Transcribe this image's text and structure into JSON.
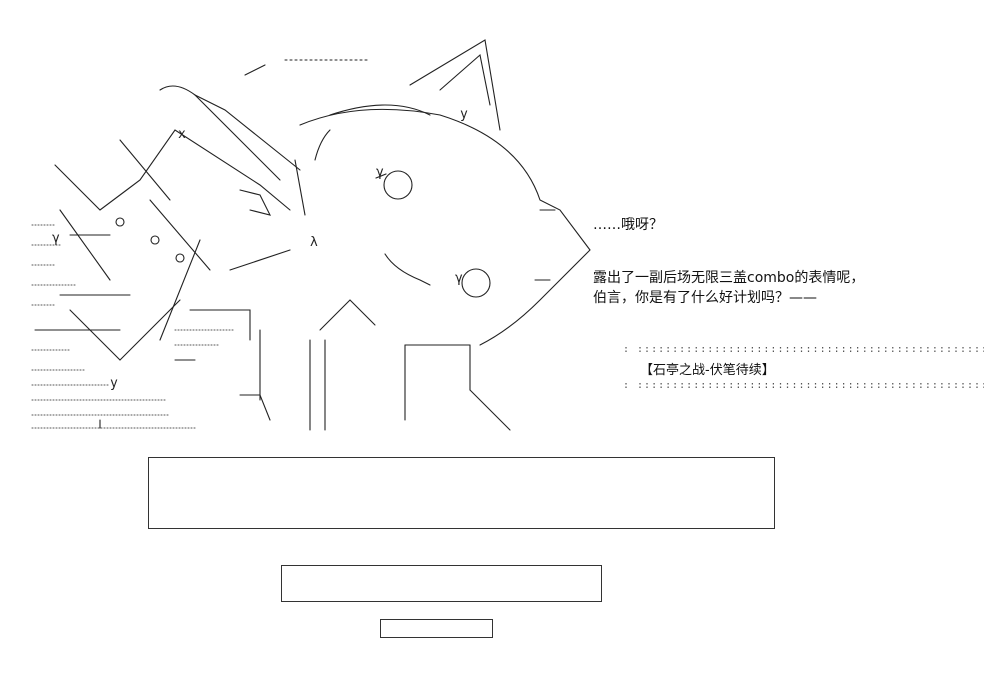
{
  "dialogue": {
    "line1": "……哦呀？",
    "line2": "露出了一副后场无限三盖combo的表情呢，",
    "line3": "伯言，你是有了什么好计划吗？——"
  },
  "caption": {
    "dots_top": ": ::::::::::::::::::::::::::::::::::::::::::::::::::::::",
    "title": "【石亭之战-伏笔待续】",
    "dots_bottom": ": ::::::::::::::::::::::::::::::::::::::::::::::::::::::"
  },
  "colors": {
    "ink": "#111111",
    "background": "#ffffff"
  }
}
